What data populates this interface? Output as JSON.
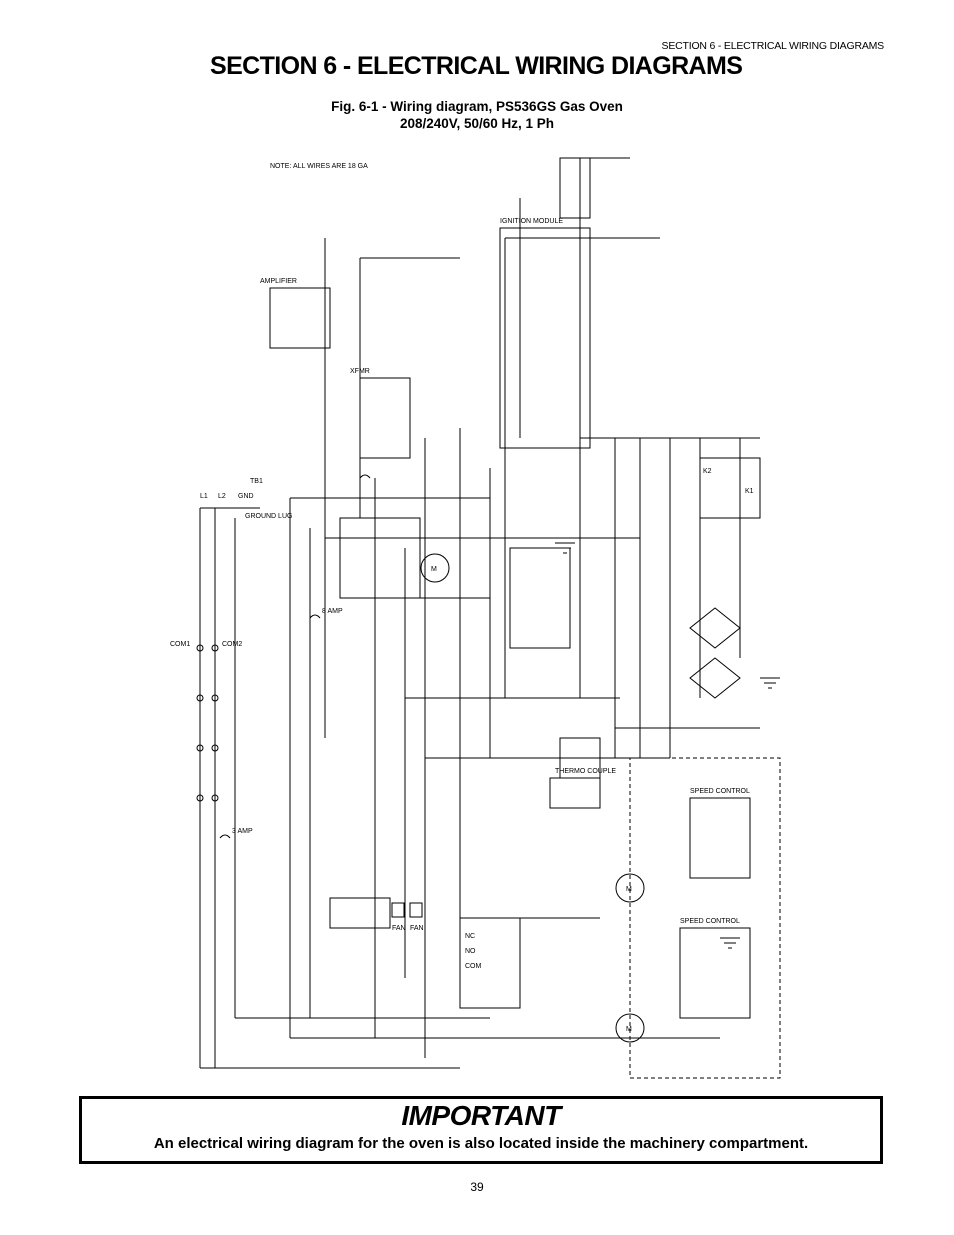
{
  "header": {
    "running_head": "SECTION 6 - ELECTRICAL WIRING DIAGRAMS"
  },
  "section": {
    "title": "SECTION 6 - ELECTRICAL WIRING DIAGRAMS"
  },
  "figure": {
    "caption_line1": "Fig. 6-1 - Wiring diagram, PS536GS Gas Oven",
    "caption_line2": "208/240V, 50/60 Hz, 1 Ph",
    "labels": {
      "tb1": "TB1",
      "l1": "L1",
      "l2": "L2",
      "gnd": "GND",
      "ground_lug": "GROUND LUG",
      "com1": "COM1",
      "com2": "COM2",
      "amp_3": "3 AMP",
      "amp_8": "8 AMP",
      "fan": "FAN",
      "m": "M",
      "com": "COM",
      "no": "NO",
      "nc": "NC",
      "amplifier": "AMPLIFIER",
      "ignition_module": "IGNITION MODULE",
      "xfmr": "XFMR",
      "thermo_couple": "THERMO COUPLE",
      "k1": "K1",
      "k2": "K2",
      "speed_control": "SPEED CONTROL",
      "note": "NOTE: ALL WIRES ARE 18 GA"
    }
  },
  "notice": {
    "title": "IMPORTANT",
    "text": "An electrical wiring diagram for the oven is also located inside the machinery compartment."
  },
  "footer": {
    "page_number": "39"
  }
}
